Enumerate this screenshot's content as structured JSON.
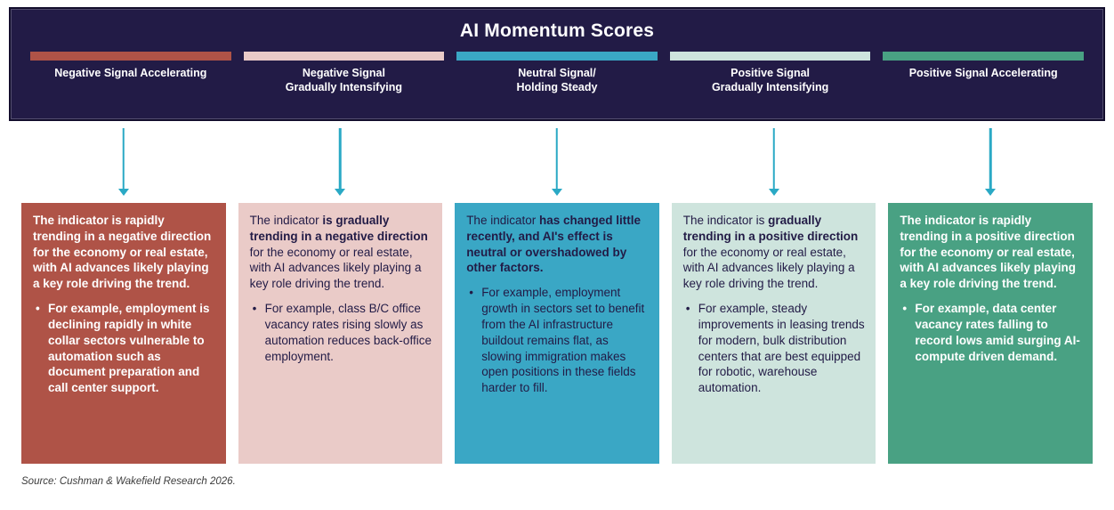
{
  "header": {
    "title": "AI Momentum Scores",
    "bg_color": "#221b46",
    "categories": [
      {
        "label": "Negative Signal Accelerating",
        "color": "#af5347"
      },
      {
        "label": "Negative Signal\nGradually Intensifying",
        "color": "#eacbc8"
      },
      {
        "label": "Neutral Signal/\nHolding Steady",
        "color": "#3aa7c5"
      },
      {
        "label": "Positive Signal\nGradually Intensifying",
        "color": "#cee4dd"
      },
      {
        "label": "Positive Signal Accelerating",
        "color": "#49a183"
      }
    ]
  },
  "arrow_color": "#2aa9c5",
  "cards": [
    {
      "bg_color": "#af5347",
      "text_color": "#ffffff",
      "lead_pre": "The indicator is ",
      "lead_bold": "rapidly trending in a negative direction",
      "lead_post": " for the economy or real estate, with AI advances likely playing a key role driving the trend.",
      "bullet": "For example, employment is declining rapidly in white collar sectors vulnerable to automation such as document preparation and call center support."
    },
    {
      "bg_color": "#eacbc8",
      "text_color": "#221b46",
      "lead_pre": "The indicator ",
      "lead_bold": "is gradually trending in a negative direction",
      "lead_post": " for the economy or real estate, with AI advances likely playing a key role driving the trend.",
      "bullet": "For example, class B/C office vacancy rates rising slowly as automation reduces back-office employment."
    },
    {
      "bg_color": "#3aa7c5",
      "text_color": "#221b46",
      "lead_pre": "The indicator ",
      "lead_bold": "has changed little recently, and AI's effect is neutral or overshadowed by other factors.",
      "lead_post": "",
      "bullet": "For example, employment growth in sectors set to benefit from the AI infrastructure buildout remains flat, as slowing immigration makes open positions in these fields harder to fill."
    },
    {
      "bg_color": "#cee4dd",
      "text_color": "#221b46",
      "lead_pre": "The indicator is ",
      "lead_bold": "gradually trending in a positive direction",
      "lead_post": " for the economy or real estate, with AI advances likely playing a key role driving the trend.",
      "bullet": "For example, steady improvements in leasing trends for modern, bulk distribution centers that are best equipped for robotic, warehouse automation."
    },
    {
      "bg_color": "#49a183",
      "text_color": "#ffffff",
      "lead_pre": "The indicator is ",
      "lead_bold": "rapidly trending in a positive direction",
      "lead_post": " for the economy or real estate, with AI advances likely playing a key role driving the trend.",
      "bullet": "For example, data center vacancy rates falling to record lows amid surging AI-compute driven demand."
    }
  ],
  "source": "Source: Cushman & Wakefield Research 2026."
}
